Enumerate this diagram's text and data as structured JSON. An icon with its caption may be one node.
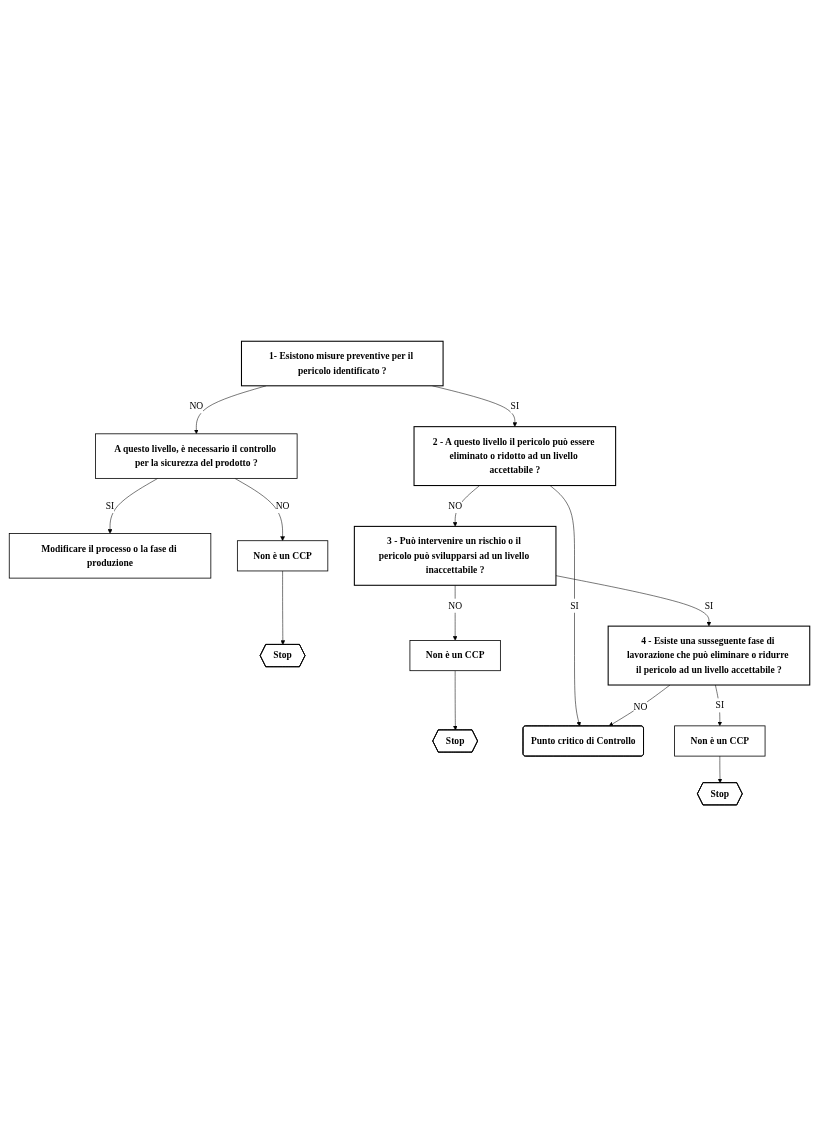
{
  "diagram": {
    "nodes": [
      {
        "text": [
          "1- Esistono misure preventive per il pericolo identificato ?"
        ]
      },
      {
        "text": [
          "Modificare il processo o la fase di produzione"
        ]
      },
      {
        "text": [
          "A questo livello, è necessario il controllo per la sicurezza del prodotto ?"
        ]
      },
      {
        "text": [
          "Non è un CCP"
        ]
      },
      {
        "text": [
          "Stop"
        ]
      },
      {
        "text": [
          "2 - A questo livello il pericolo può essere eliminato o ridotto ad un livello accettabile ?"
        ]
      },
      {
        "text": [
          "3 - Può intervenire un rischio o il pericolo può svilupparsi ad un livello inaccettabile ?"
        ]
      },
      {
        "text": [
          "Non è un CCP"
        ]
      },
      {
        "text": [
          "Stop"
        ]
      },
      {
        "text": [
          "4 - Esiste una susseguente fase di lavorazione che può eliminare o ridurre il pericolo ad un livello accettabile ?"
        ]
      },
      {
        "text": [
          "Punto critico di Controllo"
        ]
      },
      {
        "text": [
          "Non è un CCP"
        ]
      },
      {
        "text": [
          "Stop"
        ]
      }
    ],
    "edges": [
      {
        "from": 0,
        "to": 2,
        "label": "NO",
        "arrow": "to"
      },
      {
        "from": 2,
        "to": 1,
        "label": "SI",
        "arrow": "to"
      },
      {
        "from": 0,
        "to": 5,
        "label": "SI",
        "arrow": "to"
      },
      {
        "from": 2,
        "to": 3,
        "label": "NO",
        "arrow": "to"
      },
      {
        "from": 3,
        "to": 4,
        "arrow": "to"
      },
      {
        "from": 5,
        "to": 10,
        "label": "SI",
        "arrow": "to"
      },
      {
        "from": 5,
        "to": 6,
        "label": "NO",
        "arrow": "to"
      },
      {
        "from": 6,
        "to": 7,
        "label": "NO",
        "arrow": "to"
      },
      {
        "from": 7,
        "to": 8,
        "arrow": "to"
      },
      {
        "from": 6,
        "to": 9,
        "label": "SI",
        "arrow": "to"
      },
      {
        "from": 9,
        "to": 10,
        "label": "NO",
        "arrow": "to"
      },
      {
        "from": 9,
        "to": 11,
        "label": "SI",
        "arrow": "to"
      },
      {
        "from": 11,
        "to": 12,
        "arrow": "to"
      }
    ]
  }
}
